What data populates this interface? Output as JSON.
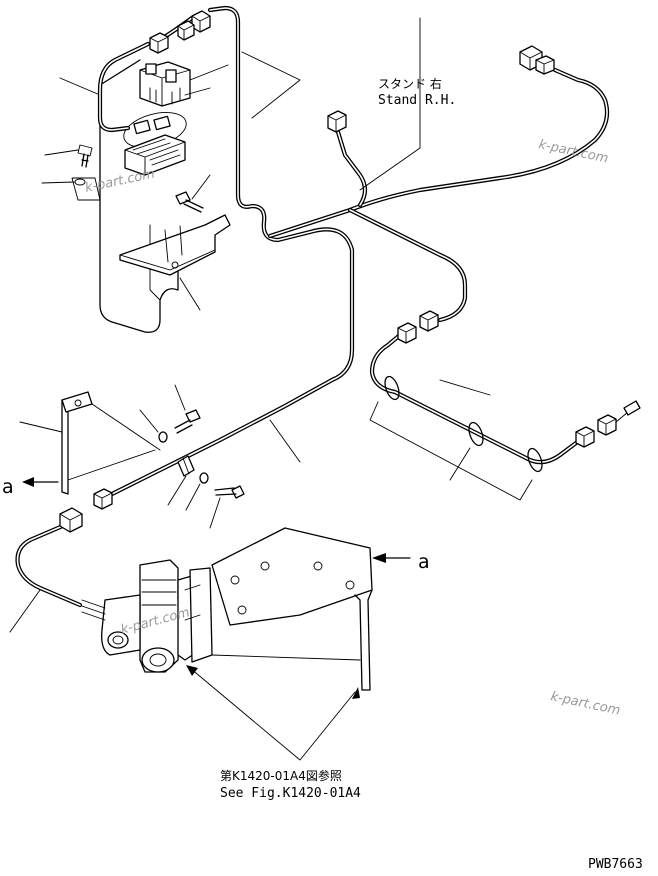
{
  "labels": {
    "stand_jp": "スタンド 右",
    "stand_en": "Stand R.H.",
    "view_a_left": "a",
    "view_a_right": "a",
    "see_fig_jp": "第K1420-01A4図参照",
    "see_fig_en": "See Fig.K1420-01A4",
    "drawing_code": "PWB7663"
  },
  "watermarks": [
    "k-part.com",
    "k-part.com",
    "k-part.com",
    "k-part.com"
  ],
  "icons": {
    "connector": "connector-icon",
    "bolt": "bolt-icon",
    "washer": "washer-icon",
    "clamp": "clamp-icon",
    "arrow": "arrow-icon"
  }
}
